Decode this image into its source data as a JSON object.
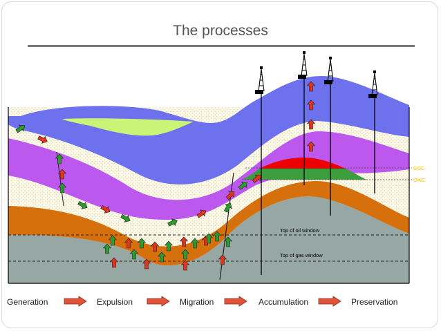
{
  "slide": {
    "title": "The processes"
  },
  "contacts": {
    "goc": "GOC",
    "owc": "OWC"
  },
  "windows": {
    "oil": "Top of oil window",
    "gas": "Top of gas window"
  },
  "process_flow": {
    "steps": [
      "Generation",
      "Expulsion",
      "Migration",
      "Accumulation",
      "Preservation"
    ]
  },
  "colors": {
    "basement": "#96a7a4",
    "source_rock": "#d6700c",
    "sandstone": "#fbf8e6",
    "purple": "#bd58ef",
    "blue": "#6e71ee",
    "green_top": "#c9f475",
    "gas": "#ee0000",
    "oil": "#3c9d3c",
    "arrow_red": "#e0351c",
    "arrow_green": "#2d9a2d",
    "flow_arrow": "#e0553a",
    "contact_text": "#ffc000"
  },
  "icons": {
    "derrick": "derrick-icon",
    "migration_arrow": "migration-arrow-icon",
    "flow_arrow": "right-arrow-icon"
  }
}
